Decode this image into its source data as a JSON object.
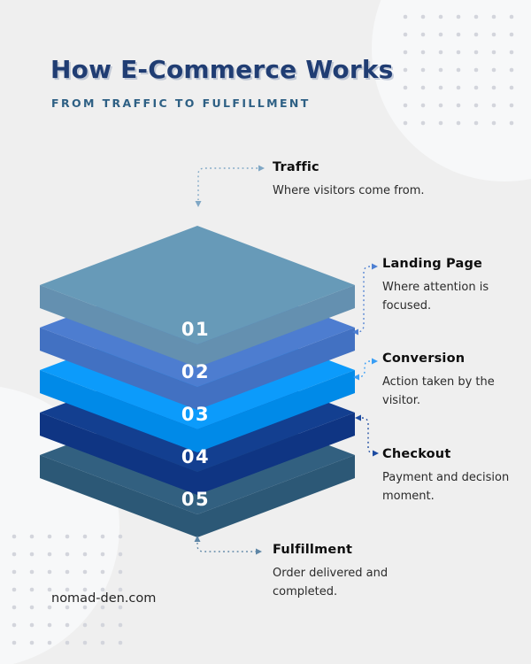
{
  "page": {
    "background_color": "#efefef",
    "brand": "nomad-den.com"
  },
  "header": {
    "title": "How E-Commerce Works",
    "subtitle": "FROM TRAFFIC TO FULFILLMENT",
    "title_color": "#203d73",
    "subtitle_color": "#2e6084"
  },
  "steps": [
    {
      "number": "01",
      "title": "Traffic",
      "description": "Where visitors come from.",
      "top_color": "#679ab8",
      "side_color": "#6490b0",
      "connector_color": "#7fa7c5"
    },
    {
      "number": "02",
      "title": "Landing Page",
      "description": "Where attention is focused.",
      "top_color": "#4d7dd0",
      "side_color": "#4271c2",
      "connector_color": "#4d7fd2"
    },
    {
      "number": "03",
      "title": "Conversion",
      "description": "Action taken by the visitor.",
      "top_color": "#0c9bfb",
      "side_color": "#008ae8",
      "connector_color": "#389ef5"
    },
    {
      "number": "04",
      "title": "Checkout",
      "description": "Payment and decision moment.",
      "top_color": "#133f90",
      "side_color": "#0f3583",
      "connector_color": "#1d4ba1"
    },
    {
      "number": "05",
      "title": "Fulfillment",
      "description": "Order delivered and completed.",
      "top_color": "#326080",
      "side_color": "#2c5876",
      "connector_color": "#5d85a5"
    }
  ]
}
